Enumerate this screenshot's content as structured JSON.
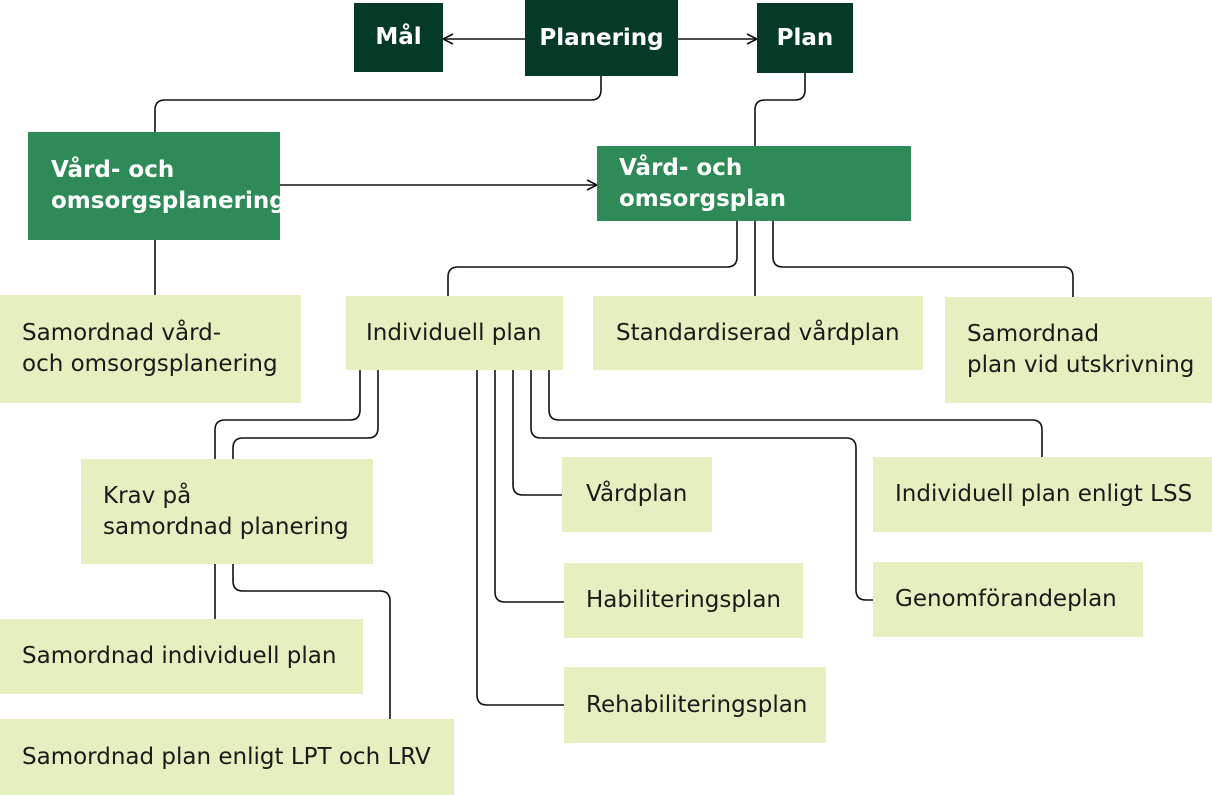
{
  "nodes": {
    "mal": "Mål",
    "planering": "Planering",
    "plan": "Plan",
    "vard_omsorgsplanering": "Vård- och\nomsorgsplanering",
    "vard_omsorgsplan": "Vård- och omsorgsplan",
    "samordnad_vard_omsorgsplanering": "Samordnad vård-\noch omsorgsplanering",
    "individuell_plan": "Individuell plan",
    "standardiserad_vardplan": "Standardiserad vårdplan",
    "samordnad_plan_utskrivning": "Samordnad\nplan vid utskrivning",
    "krav_samordnad_planering": "Krav på\nsamordnad planering",
    "vardplan": "Vårdplan",
    "individuell_plan_lss": "Individuell plan enligt LSS",
    "habiliteringsplan": "Habiliteringsplan",
    "genomforandeplan": "Genomförandeplan",
    "samordnad_individuell_plan": "Samordnad individuell plan",
    "rehabiliteringsplan": "Rehabiliteringsplan",
    "samordnad_plan_lpt_lrv": "Samordnad plan enligt LPT och LRV"
  },
  "colors": {
    "dark_green": "#043a26",
    "mid_green": "#2e8a56",
    "light_green": "#e6efbf",
    "line": "#111111"
  }
}
